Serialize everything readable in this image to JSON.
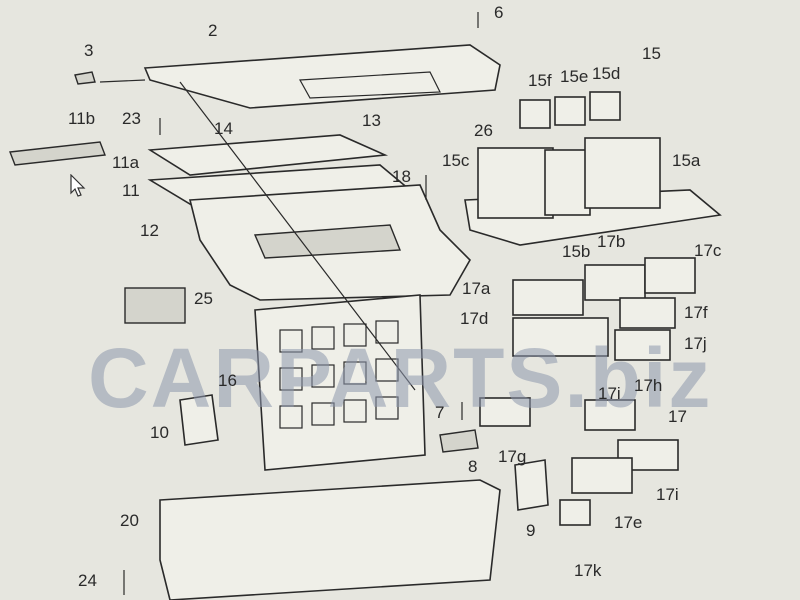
{
  "watermark": "CARPARTS.biz",
  "labels": {
    "l6": "6",
    "l2": "2",
    "l3": "3",
    "l15": "15",
    "l15f": "15f",
    "l15e": "15e",
    "l15d": "15d",
    "l11b": "11b",
    "l23": "23",
    "l14": "14",
    "l13": "13",
    "l26": "26",
    "l11a": "11a",
    "l15c": "15c",
    "l15a": "15a",
    "l11": "11",
    "l18": "18",
    "l12": "12",
    "l15b": "15b",
    "l17b": "17b",
    "l17c": "17c",
    "l17a": "17a",
    "l25": "25",
    "l17d": "17d",
    "l17f": "17f",
    "l17j": "17j",
    "l16": "16",
    "l17i_a": "17i",
    "l17h": "17h",
    "l17": "17",
    "l10": "10",
    "l7": "7",
    "l8": "8",
    "l17g": "17g",
    "l17i_b": "17i",
    "l20": "20",
    "l9": "9",
    "l17e": "17e",
    "l24": "24",
    "l17k": "17k"
  },
  "colors": {
    "background": "#e6e6df",
    "line": "#2a2a2a",
    "watermark": "#8e98ad"
  }
}
